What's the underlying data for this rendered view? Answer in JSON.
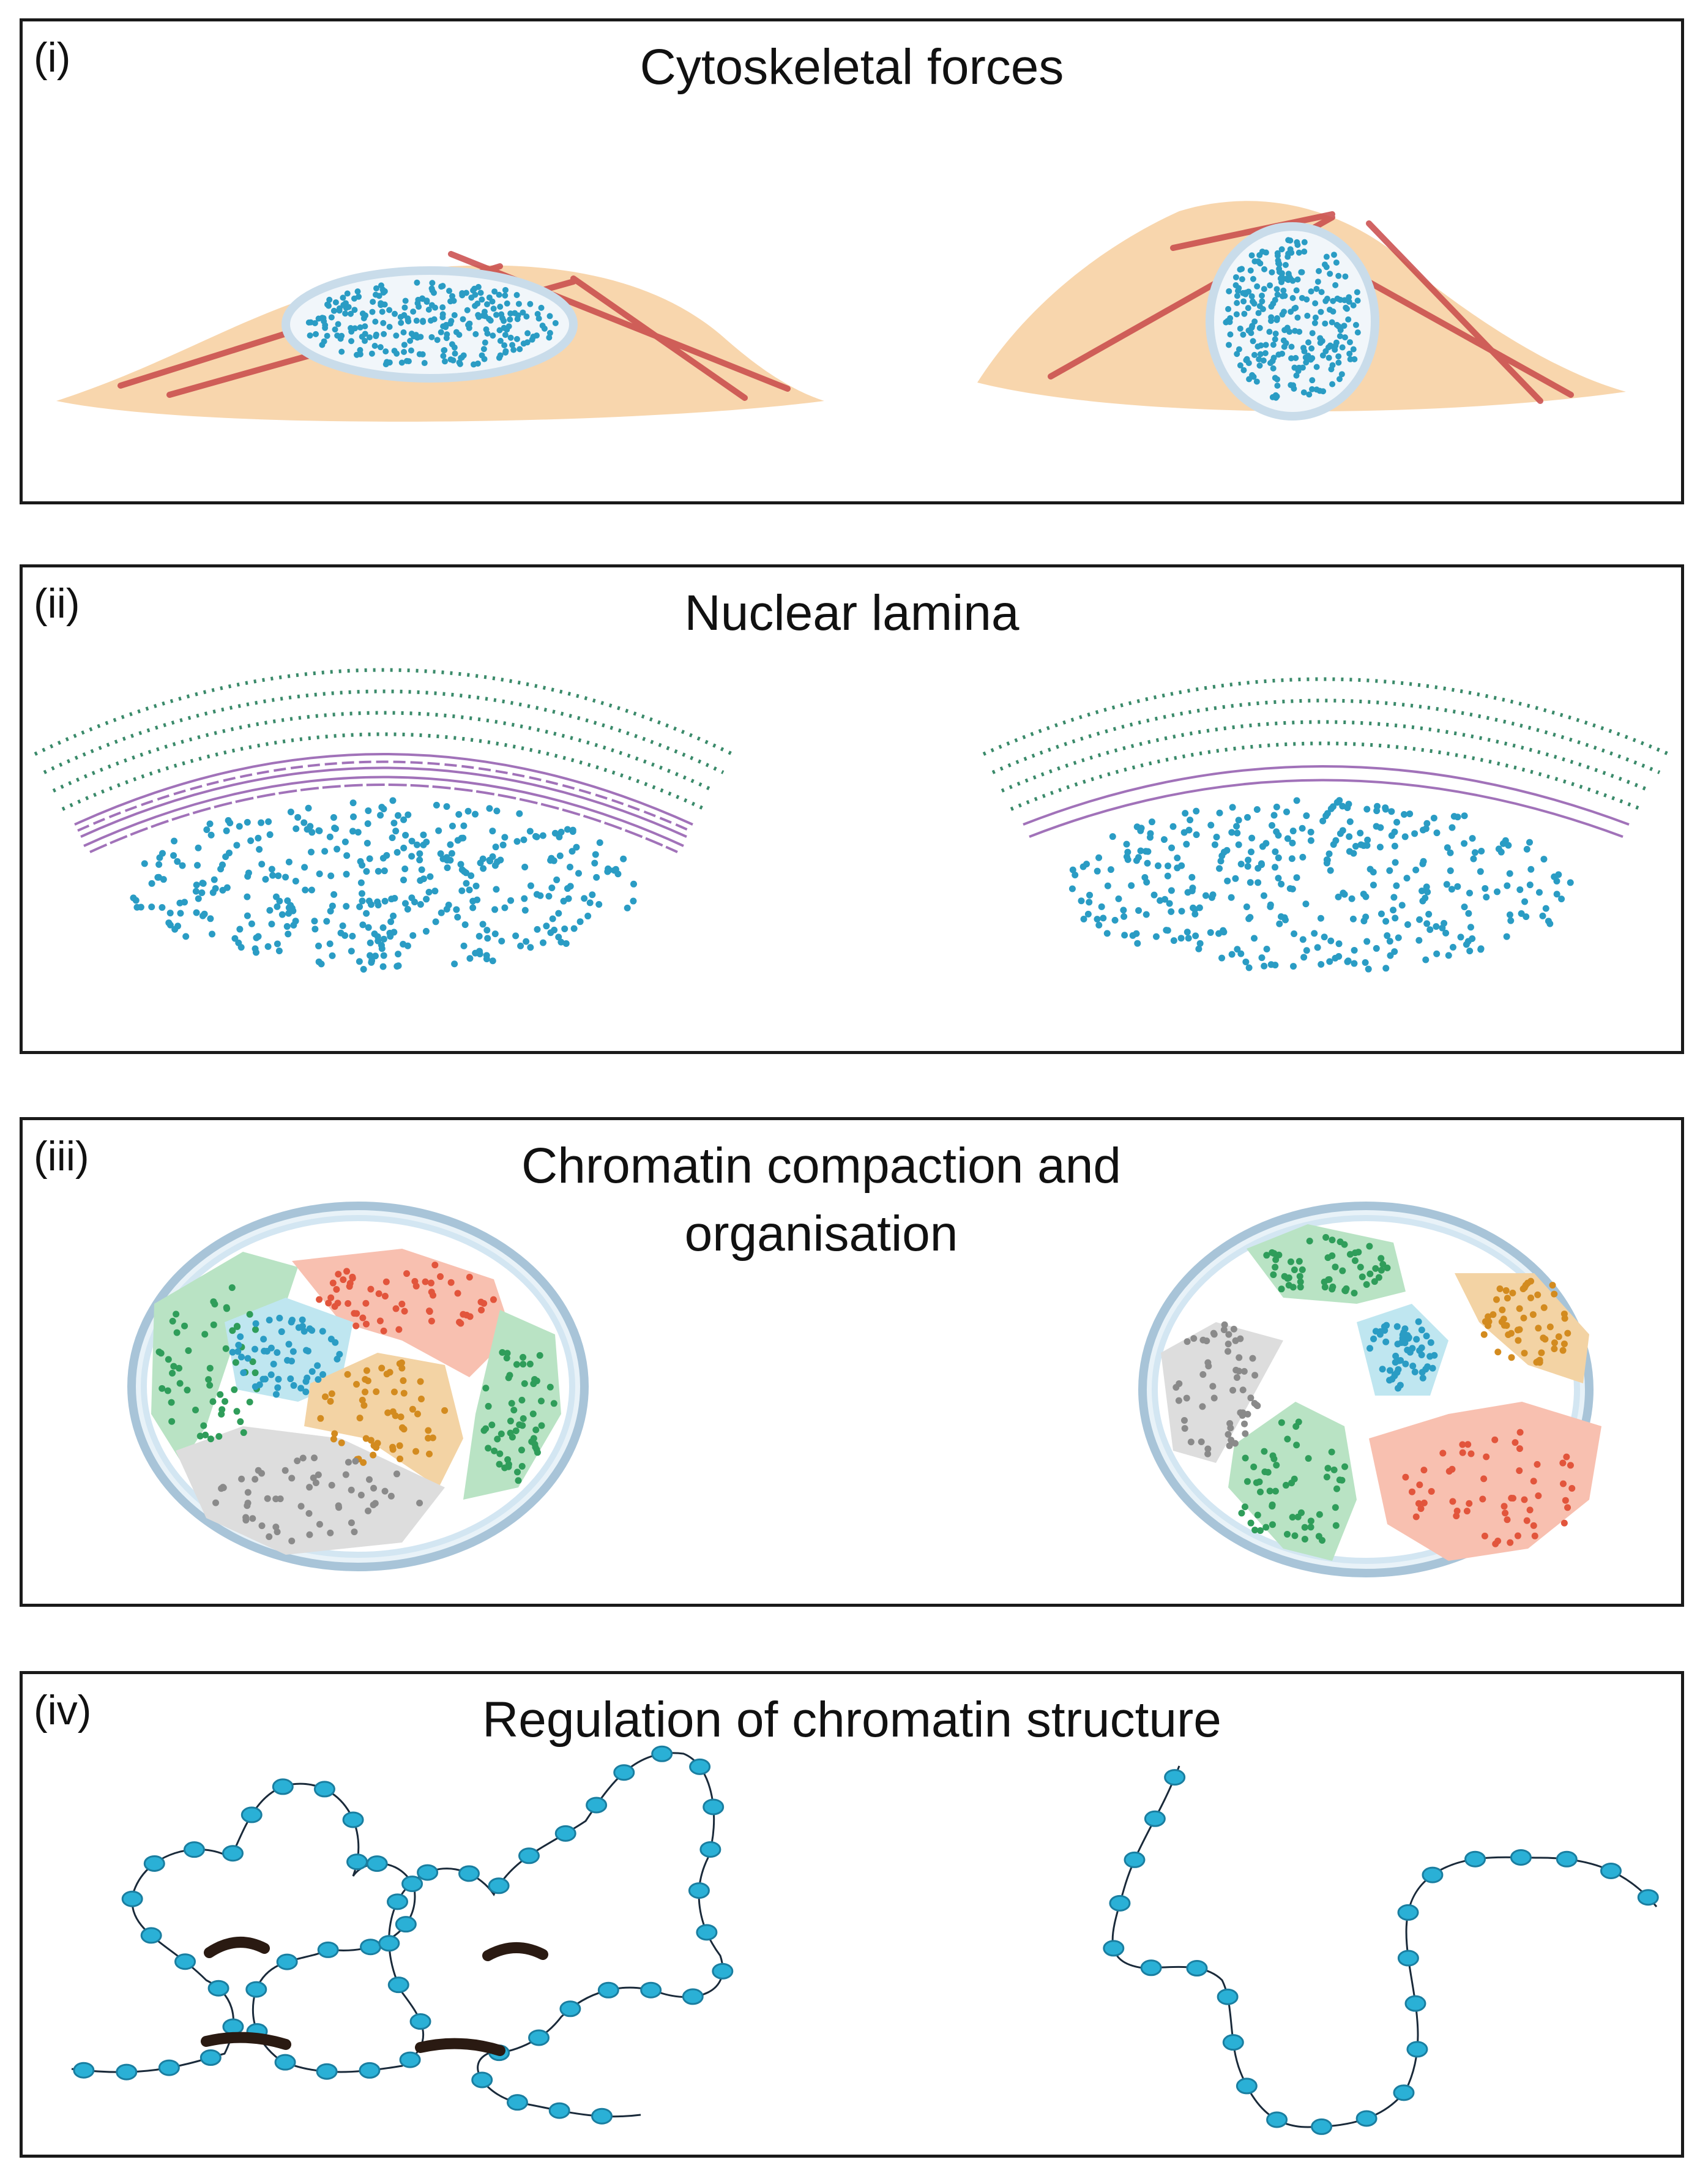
{
  "panels": [
    {
      "label": "(i)",
      "title": "Cytoskeletal forces"
    },
    {
      "label": "(ii)",
      "title": "Nuclear lamina"
    },
    {
      "label": "(iii)",
      "title": "Chromatin compaction and organisation"
    },
    {
      "label": "(iv)",
      "title": "Regulation of chromatin structure"
    }
  ],
  "colors": {
    "cytoplasm": "#f8d6ad",
    "actin": "#c94a4a",
    "nuclear_envelope": "#c9dcea",
    "chromatin": "#2a9cc4",
    "membrane": "#3a8a6a",
    "lamina": "#8a4fa8",
    "territory_green": "#b9e3c4",
    "territory_red": "#f8c0b0",
    "territory_blue": "#bfe6f0",
    "territory_orange": "#f3d3a4",
    "territory_gray": "#dddddd",
    "cohesin": "#2a1a12"
  }
}
